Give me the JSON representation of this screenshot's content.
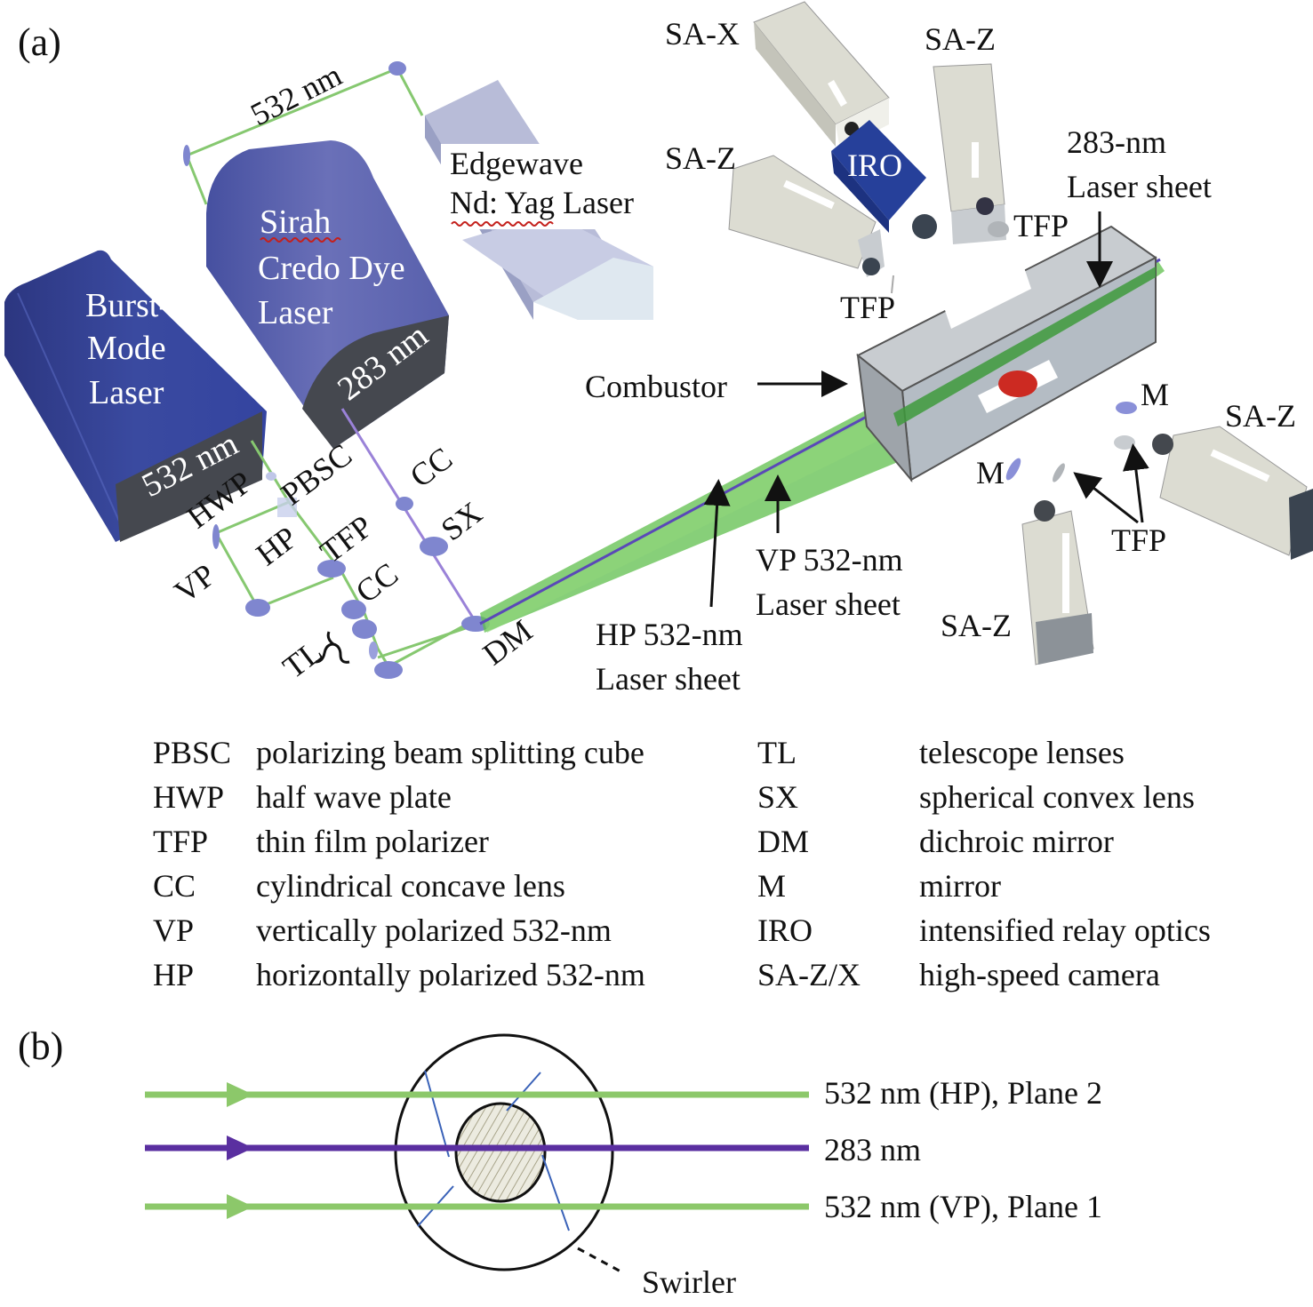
{
  "panel_a": {
    "label": "(a)",
    "lasers": {
      "burst_mode": {
        "lines": [
          "Burst-",
          "Mode",
          "Laser"
        ],
        "output": "532 nm"
      },
      "sirah": {
        "lines": [
          "Sirah",
          "Credo Dye",
          "Laser"
        ],
        "output": "283 nm"
      },
      "edgewave": {
        "lines": [
          "Edgewave",
          "Nd: Yag Laser"
        ]
      },
      "pump_beam": "532 nm"
    },
    "optics_labels": {
      "hwp": "HWP",
      "pbsc": "PBSC",
      "vp": "VP",
      "hp": "HP",
      "tfp": "TFP",
      "cc1": "CC",
      "cc2": "CC",
      "sx": "SX",
      "tl": "TL",
      "dm": "DM"
    },
    "cameras": {
      "sa_x": "SA-X",
      "sa_z_top": "SA-Z",
      "sa_z_left": "SA-Z",
      "iro": "IRO",
      "tfp_top_right": "TFP",
      "tfp_top_left": "TFP",
      "sa_z_right": "SA-Z",
      "sa_z_bottom": "SA-Z",
      "m_upper": "M",
      "m_lower": "M",
      "tfp_lower": "TFP"
    },
    "annotations": {
      "combustor": "Combustor",
      "sheet_283": [
        "283-nm",
        "Laser sheet"
      ],
      "sheet_vp": [
        "VP 532-nm",
        "Laser sheet"
      ],
      "sheet_hp": [
        "HP 532-nm",
        "Laser sheet"
      ]
    },
    "colors": {
      "laser_blue": "#3a4aa0",
      "sirah_blue": "#5c63b0",
      "laser_face": "#45484f",
      "beam_green": "#7cc464",
      "beam_violet": "#7a5cc0",
      "optic_blue": "#7f86cf",
      "camera_gray": "#d8d8d0",
      "iro_blue": "#26409a",
      "combustor_gray": "#b7bcc0",
      "sheet_green": "#3e9a3c",
      "flame_red": "#cc2a22"
    }
  },
  "legend": {
    "left": [
      {
        "abbr": "PBSC",
        "desc": "polarizing beam splitting cube"
      },
      {
        "abbr": "HWP",
        "desc": "half wave plate"
      },
      {
        "abbr": "TFP",
        "desc": "thin film polarizer"
      },
      {
        "abbr": "CC",
        "desc": "cylindrical concave lens"
      },
      {
        "abbr": "VP",
        "desc": "vertically polarized 532-nm"
      },
      {
        "abbr": "HP",
        "desc": "horizontally polarized 532-nm"
      }
    ],
    "right": [
      {
        "abbr": "TL",
        "desc": "telescope lenses"
      },
      {
        "abbr": "SX",
        "desc": "spherical convex lens"
      },
      {
        "abbr": "DM",
        "desc": "dichroic mirror"
      },
      {
        "abbr": "M",
        "desc": "mirror"
      },
      {
        "abbr": "IRO",
        "desc": "intensified relay optics"
      },
      {
        "abbr": "SA-Z/X",
        "desc": "high-speed camera"
      }
    ]
  },
  "panel_b": {
    "label": "(b)",
    "beams": [
      {
        "label": "532 nm (HP), Plane 2",
        "color": "#8cc86a"
      },
      {
        "label": "283 nm",
        "color": "#5a2fa0"
      },
      {
        "label": "532 nm (VP), Plane 1",
        "color": "#8cc86a"
      }
    ],
    "swirler_label": "Swirler",
    "vane_color": "#3a62b8"
  }
}
